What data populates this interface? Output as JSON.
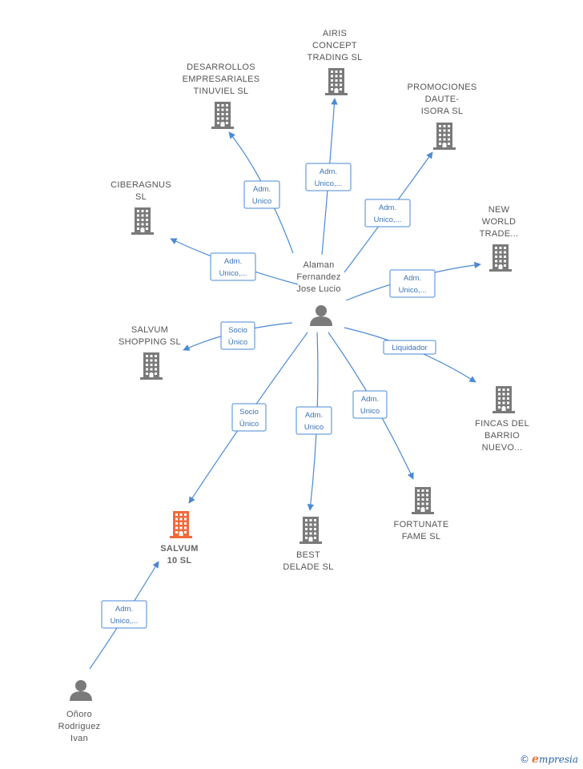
{
  "colors": {
    "edge": "#4a8ad4",
    "node": "#7a7a7a",
    "highlight": "#f26a3a"
  },
  "nodes": [
    {
      "id": "airis",
      "type": "company",
      "lines": [
        "AIRIS",
        "CONCEPT",
        "TRADING SL"
      ]
    },
    {
      "id": "desarrollos",
      "type": "company",
      "lines": [
        "DESARROLLOS",
        "EMPRESARIALES",
        "TINUVIEL SL"
      ]
    },
    {
      "id": "promociones",
      "type": "company",
      "lines": [
        "PROMOCIONES",
        "DAUTE-",
        "ISORA SL"
      ]
    },
    {
      "id": "ciberagnus",
      "type": "company",
      "lines": [
        "CIBERAGNUS",
        "SL"
      ]
    },
    {
      "id": "newworld",
      "type": "company",
      "lines": [
        "NEW",
        "WORLD",
        "TRADE..."
      ]
    },
    {
      "id": "salvumshop",
      "type": "company",
      "lines": [
        "SALVUM",
        "SHOPPING  SL"
      ]
    },
    {
      "id": "fincas",
      "type": "company",
      "lines": [
        "FINCAS DEL",
        "BARRIO",
        "NUEVO..."
      ]
    },
    {
      "id": "fortunate",
      "type": "company",
      "lines": [
        "FORTUNATE",
        "FAME  SL"
      ]
    },
    {
      "id": "best",
      "type": "company",
      "lines": [
        "BEST",
        "DELADE  SL"
      ]
    },
    {
      "id": "salvum10",
      "type": "company",
      "highlight": true,
      "lines": [
        "SALVUM",
        "10  SL"
      ]
    },
    {
      "id": "alaman",
      "type": "person",
      "lines": [
        "Alaman",
        "Fernandez",
        "Jose Lucio"
      ]
    },
    {
      "id": "ooro",
      "type": "person",
      "lines": [
        "Oñoro",
        "Rodriguez",
        "Ivan"
      ]
    }
  ],
  "edges": [
    {
      "from": "alaman",
      "to": "airis",
      "label": [
        "Adm.",
        "Unico,..."
      ]
    },
    {
      "from": "alaman",
      "to": "desarrollos",
      "label": [
        "Adm.",
        "Unico"
      ]
    },
    {
      "from": "alaman",
      "to": "promociones",
      "label": [
        "Adm.",
        "Unico,..."
      ]
    },
    {
      "from": "alaman",
      "to": "ciberagnus",
      "label": [
        "Adm.",
        "Unico,..."
      ]
    },
    {
      "from": "alaman",
      "to": "newworld",
      "label": [
        "Adm.",
        "Unico,..."
      ]
    },
    {
      "from": "alaman",
      "to": "salvumshop",
      "label": [
        "Socio",
        "Único"
      ]
    },
    {
      "from": "alaman",
      "to": "fincas",
      "label": [
        "Liquidador"
      ]
    },
    {
      "from": "alaman",
      "to": "fortunate",
      "label": [
        "Adm.",
        "Unico"
      ]
    },
    {
      "from": "alaman",
      "to": "best",
      "label": [
        "Adm.",
        "Unico"
      ]
    },
    {
      "from": "alaman",
      "to": "salvum10",
      "label": [
        "Socio",
        "Único"
      ]
    },
    {
      "from": "ooro",
      "to": "salvum10",
      "label": [
        "Adm.",
        "Unico,..."
      ]
    }
  ],
  "footer": {
    "copyright": "©",
    "brand_initial": "e",
    "brand_rest": "mpresia"
  }
}
